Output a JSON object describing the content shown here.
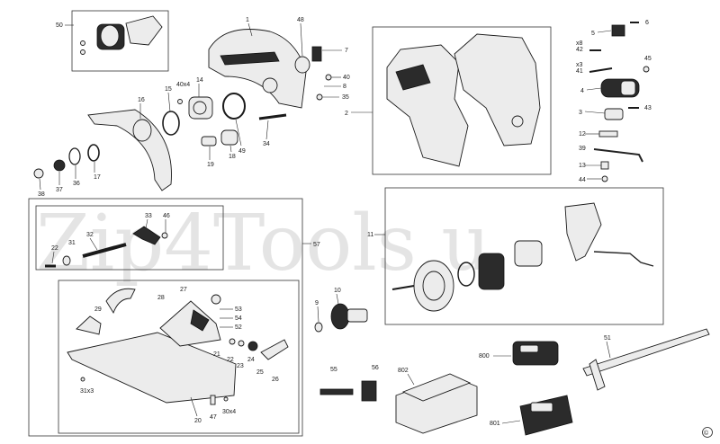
{
  "watermark": "Zip4Tools.u",
  "copyright_mark": "©",
  "callouts": {
    "c1": "1",
    "c2": "2",
    "c3": "3",
    "c4": "4",
    "c5": "5",
    "c6": "6",
    "c7": "7",
    "c8": "8",
    "c9": "9",
    "c10": "10",
    "c11": "11",
    "c12": "12",
    "c13": "13",
    "c14": "14",
    "c15": "15",
    "c16": "16",
    "c17": "17",
    "c18": "18",
    "c19": "19",
    "c20": "20",
    "c21": "21",
    "c22a": "22",
    "c22b": "22",
    "c23": "23",
    "c24": "24",
    "c25": "25",
    "c26": "26",
    "c27": "27",
    "c28": "28",
    "c29": "29",
    "c30x4": "30x4",
    "c31": "31",
    "c31x3": "31x3",
    "c32": "32",
    "c33": "33",
    "c34": "34",
    "c35": "35",
    "c36": "36",
    "c37": "37",
    "c38": "38",
    "c39": "39",
    "c40a": "40",
    "c40x4": "40x4",
    "c41": "41",
    "c42": "42",
    "c43": "43",
    "c44": "44",
    "c45": "45",
    "c46": "46",
    "c47": "47",
    "c48": "48",
    "c49": "49",
    "c50": "50",
    "c51": "51",
    "c52": "52",
    "c53": "53",
    "c54": "54",
    "c55": "55",
    "c56": "56",
    "c57": "57",
    "c800": "800",
    "c801": "801",
    "c802": "802",
    "x3a": "x3",
    "x8": "x8"
  }
}
